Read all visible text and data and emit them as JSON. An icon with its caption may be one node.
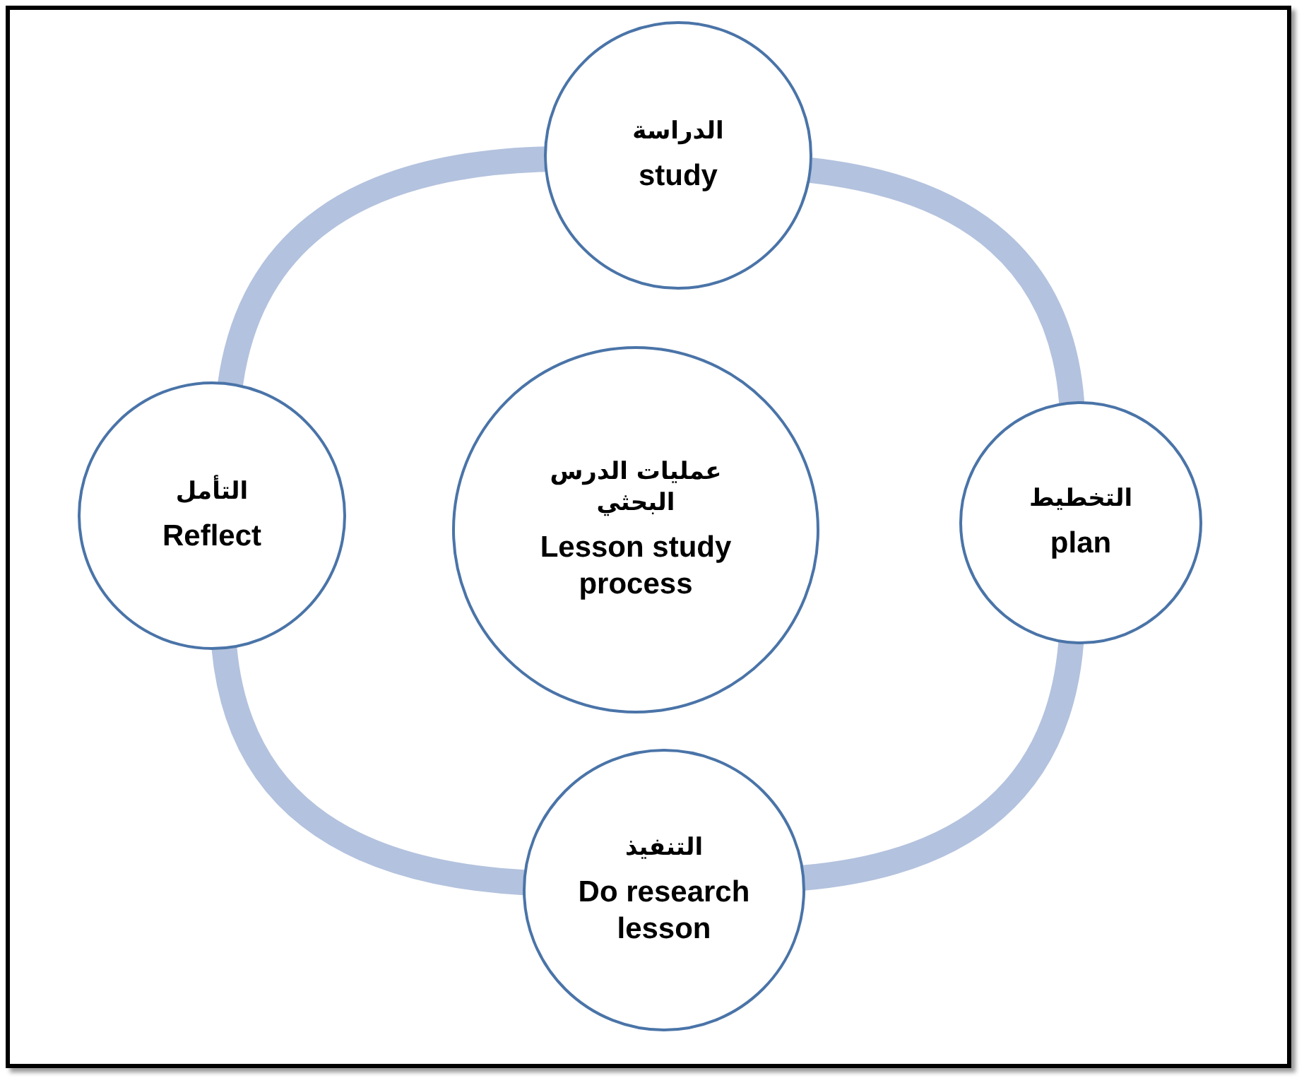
{
  "diagram": {
    "nodes": [
      {
        "text": [
          "الدراسة",
          "study"
        ]
      },
      {
        "text": [
          "التأمل",
          "Reflect"
        ]
      },
      {
        "text": [
          "عمليات الدرس البحثي",
          "Lesson study process"
        ]
      },
      {
        "text": [
          "التخطيط",
          "plan"
        ]
      },
      {
        "text": [
          "التنفيذ",
          "Do research lesson"
        ]
      }
    ],
    "edges": [
      {
        "from": 0,
        "to": 3,
        "arrow": "none"
      },
      {
        "from": 3,
        "to": 4,
        "arrow": "none"
      },
      {
        "from": 4,
        "to": 1,
        "arrow": "none"
      },
      {
        "from": 1,
        "to": 0,
        "arrow": "none"
      }
    ]
  }
}
